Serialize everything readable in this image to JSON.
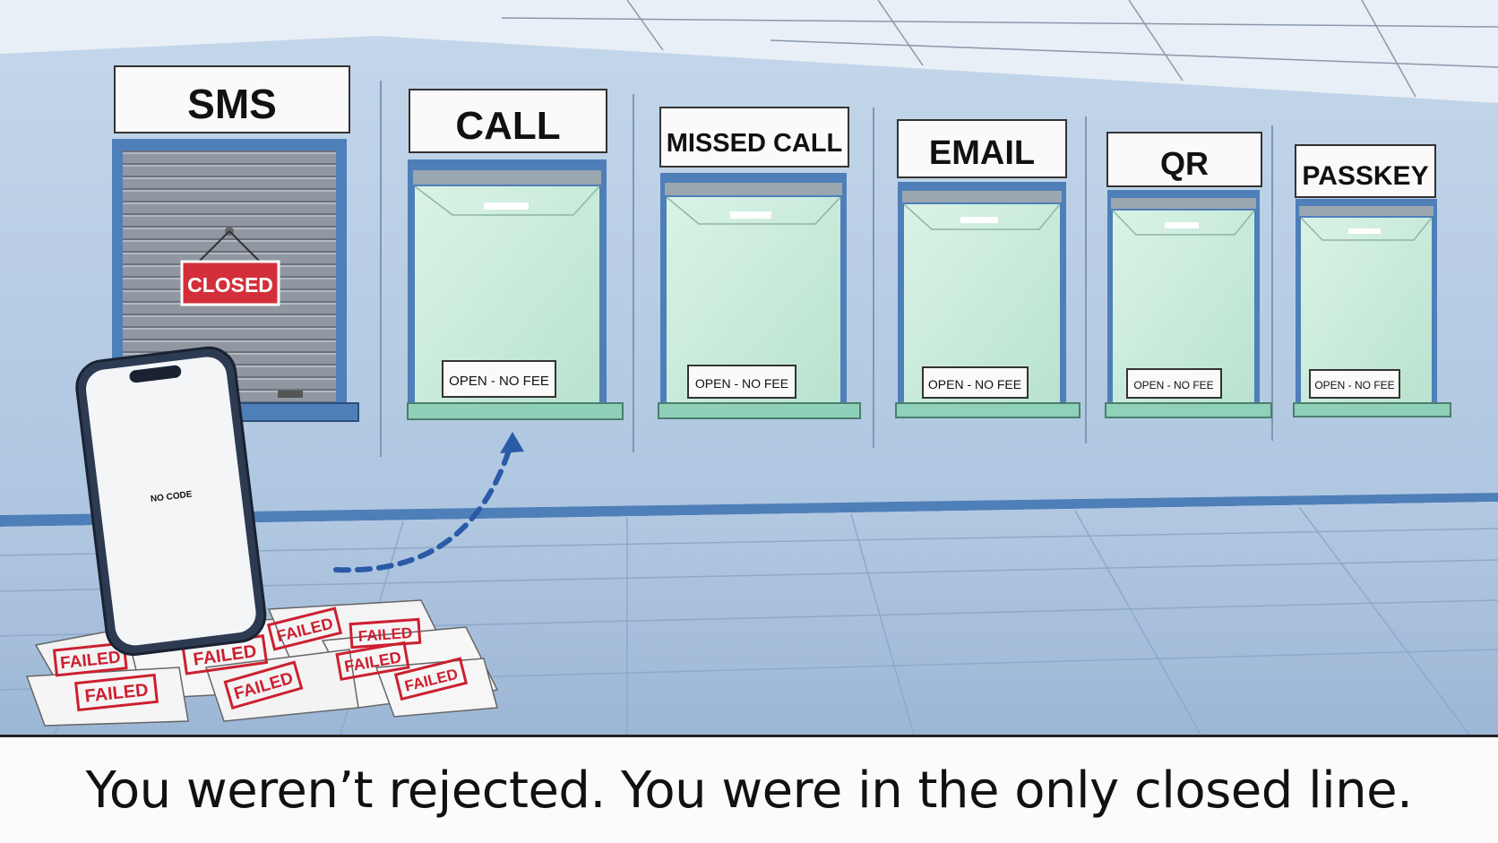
{
  "windows": [
    {
      "label": "SMS",
      "status": "closed"
    },
    {
      "label": "CALL",
      "status": "open"
    },
    {
      "label": "MISSED CALL",
      "status": "open"
    },
    {
      "label": "EMAIL",
      "status": "open"
    },
    {
      "label": "QR",
      "status": "open"
    },
    {
      "label": "PASSKEY",
      "status": "open"
    }
  ],
  "closed_sign": "CLOSED",
  "open_placard": "OPEN - NO FEE",
  "phone_screen": "NO CODE",
  "failed_stamp": "FAILED",
  "caption": "You weren’t rejected.  You were in the only closed line.",
  "colors": {
    "wall": "#b9cde4",
    "floor": "#a8c0dc",
    "glass": "#cfeedd",
    "sill": "#8fd0b8",
    "frame_blue": "#4f7fb8",
    "closed_red": "#d32f3a",
    "stamp_red": "#cc2030",
    "arrow": "#2a5aa8"
  }
}
